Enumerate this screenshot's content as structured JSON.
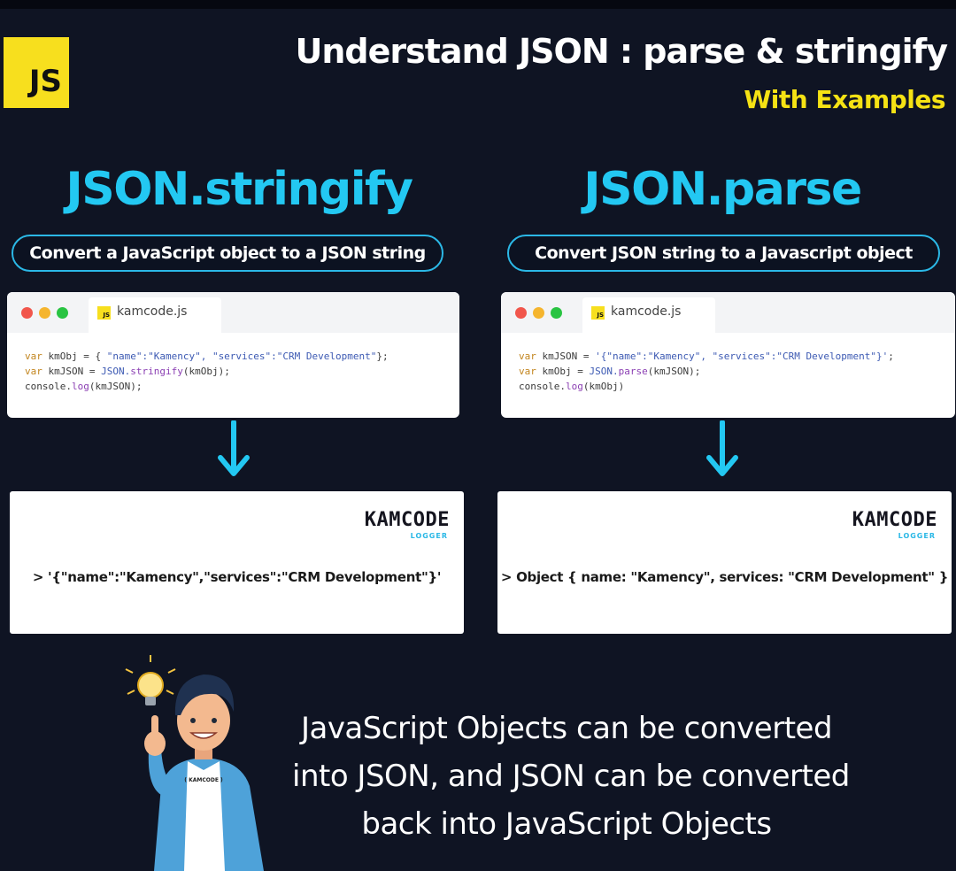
{
  "header": {
    "logo_text": "JS",
    "title": "Understand JSON : parse & stringify",
    "subtitle": "With Examples"
  },
  "stringify": {
    "heading": "JSON.stringify",
    "description": "Convert a JavaScript object to a JSON string",
    "file_name": "kamcode.js",
    "code": {
      "line1_kw": "var",
      "line1_a": " kmObj = { ",
      "line1_b": "\"name\":\"Kamency\", \"services\":\"CRM Development\"",
      "line1_c": "};",
      "line2_kw": "var",
      "line2_a": " kmJSON = ",
      "line2_b": "JSON.",
      "line2_c": "stringify",
      "line2_d": "(kmObj);",
      "line3_a": "console.",
      "line3_b": "log",
      "line3_c": "(kmJSON);"
    },
    "brand": "KAMCODE",
    "brand_sub": "LOGGER",
    "output": "> '{\"name\":\"Kamency\",\"services\":\"CRM Development\"}'"
  },
  "parse": {
    "heading": "JSON.parse",
    "description": "Convert JSON string to a Javascript object",
    "file_name": "kamcode.js",
    "code": {
      "line1_kw": "var",
      "line1_a": " kmJSON = ",
      "line1_b": "'{\"name\":\"Kamency\", \"services\":\"CRM Development\"}'",
      "line1_c": ";",
      "line2_kw": "var",
      "line2_a": " kmObj = ",
      "line2_b": "JSON.",
      "line2_c": "parse",
      "line2_d": "(kmJSON);",
      "line3_a": "console.",
      "line3_b": "log",
      "line3_c": "(kmObj)"
    },
    "brand": "KAMCODE",
    "brand_sub": "LOGGER",
    "output": "> Object { name: \"Kamency\", services: \"CRM Development\" }"
  },
  "character": {
    "shirt_text": "( KAMCODE )"
  },
  "caption": {
    "line1": "JavaScript Objects can be converted",
    "line2": "into JSON, and JSON can be converted",
    "line3": "back into JavaScript Objects"
  },
  "colors": {
    "background": "#0f1423",
    "accent_cyan": "#23c8f2",
    "accent_yellow": "#f5e214",
    "js_yellow": "#f7df1e"
  }
}
